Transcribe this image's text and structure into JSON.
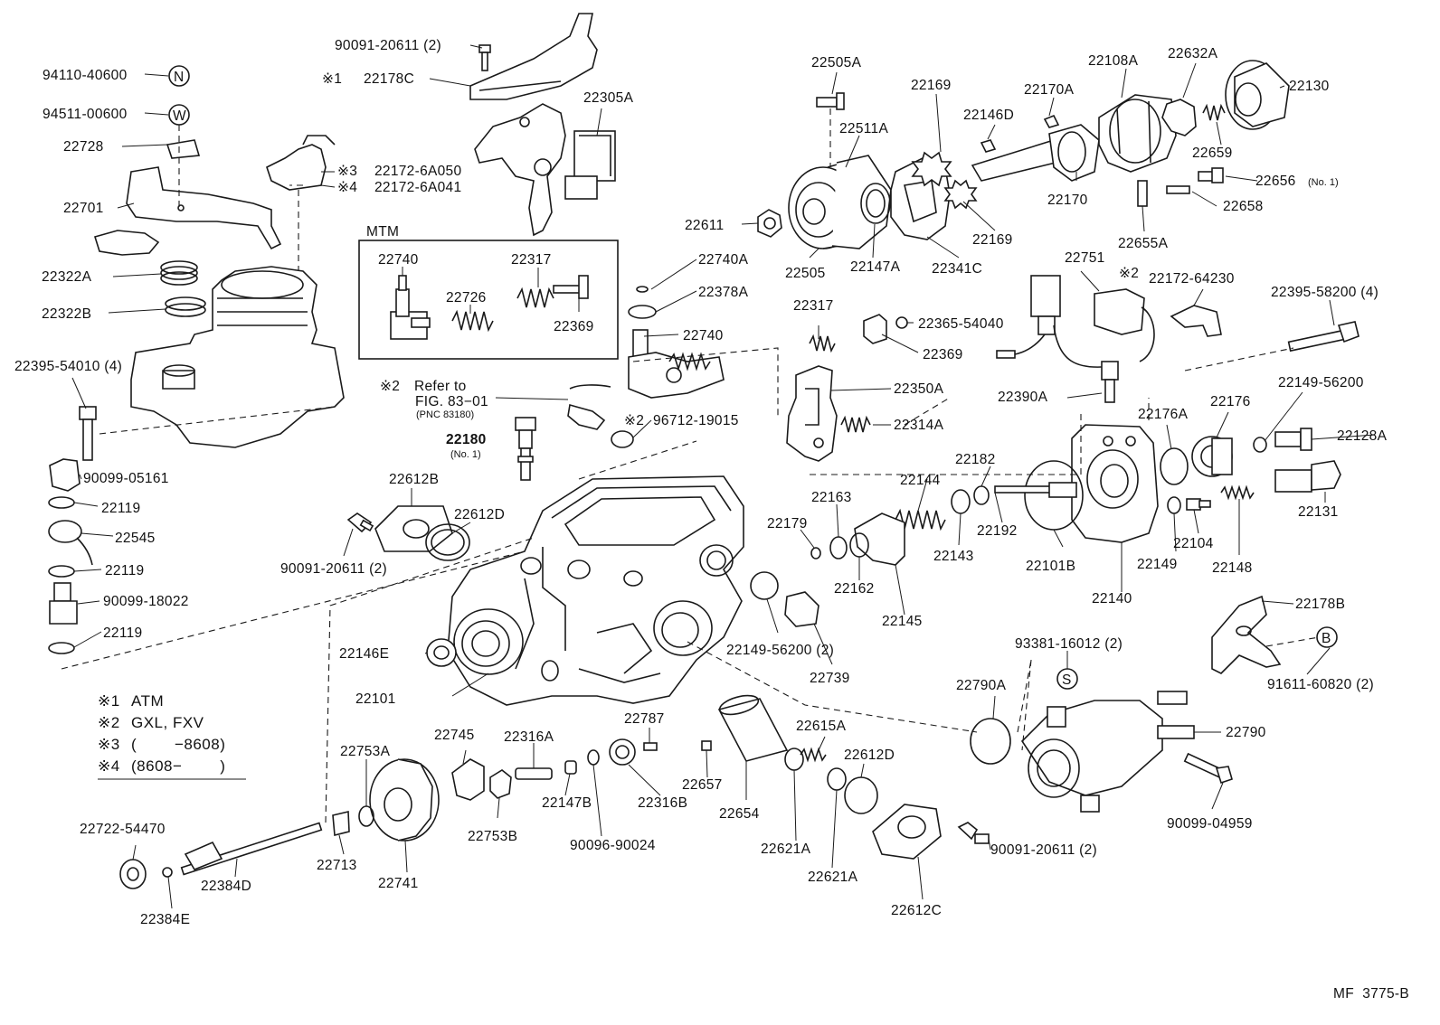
{
  "diagram": {
    "figure_code": "MF  3775-B",
    "mtm_box_title": "MTM",
    "reference_note": {
      "mark": "※2",
      "line1": "Refer to",
      "line2": "FIG. 83−01",
      "line3": "(PNC 83180)"
    },
    "legend": [
      {
        "mark": "※1",
        "text": "ATM"
      },
      {
        "mark": "※2",
        "text": "GXL, FXV"
      },
      {
        "mark": "※3",
        "text": "(        −8608)"
      },
      {
        "mark": "※4",
        "text": "(8608−        )"
      }
    ],
    "symbols": {
      "N": "N",
      "W": "W",
      "B": "B",
      "S": "S"
    },
    "labels": {
      "p94110": "94110-40600",
      "p94511": "94511-00600",
      "p22728": "22728",
      "p22701": "22701",
      "p22322A": "22322A",
      "p22322B": "22322B",
      "p22395_54010": "22395-54010 (4)",
      "p90099_05161": "90099-05161",
      "p22119a": "22119",
      "p22545": "22545",
      "p22119b": "22119",
      "p90099_18022": "90099-18022",
      "p22119c": "22119",
      "p90091_top": "90091-20611 (2)",
      "p22178C_mark": "※1",
      "p22178C": "22178C",
      "p22305A": "22305A",
      "p22172_6A050_mark": "※3",
      "p22172_6A050": "22172-6A050",
      "p22172_6A041_mark": "※4",
      "p22172_6A041": "22172-6A041",
      "p22740_mtm": "22740",
      "p22317_mtm": "22317",
      "p22726": "22726",
      "p22369_mtm": "22369",
      "p22180": "22180",
      "p22180_no": "(No. 1)",
      "p96712_mark": "※2",
      "p96712": "96712-19015",
      "p22612B": "22612B",
      "p22612D_a": "22612D",
      "p90091_mid": "90091-20611 (2)",
      "p22740A": "22740A",
      "p22378A": "22378A",
      "p22740": "22740",
      "p22505A": "22505A",
      "p22511A": "22511A",
      "p22169a": "22169",
      "p22146D": "22146D",
      "p22170A": "22170A",
      "p22108A": "22108A",
      "p22632A": "22632A",
      "p22130": "22130",
      "p22659": "22659",
      "p22656": "22656",
      "p22656_no": "(No. 1)",
      "p22658": "22658",
      "p22655A": "22655A",
      "p22611": "22611",
      "p22505": "22505",
      "p22147A": "22147A",
      "p22341C": "22341C",
      "p22170": "22170",
      "p22169b": "22169",
      "p22751": "22751",
      "p22172_64230_mark": "※2",
      "p22172_64230": "22172-64230",
      "p22395_58200": "22395-58200 (4)",
      "p22317": "22317",
      "p22365": "22365-54040",
      "p22369": "22369",
      "p22350A": "22350A",
      "p22314A": "22314A",
      "p22390A": "22390A",
      "p22176A": "22176A",
      "p22176": "22176",
      "p22149_56200a": "22149-56200",
      "p22128A": "22128A",
      "p22131": "22131",
      "p22182": "22182",
      "p22144": "22144",
      "p22163": "22163",
      "p22179": "22179",
      "p22162": "22162",
      "p22143": "22143",
      "p22192": "22192",
      "p22145": "22145",
      "p22101B": "22101B",
      "p22149": "22149",
      "p22104": "22104",
      "p22148": "22148",
      "p22140": "22140",
      "p22178B": "22178B",
      "p91611": "91611-60820 (2)",
      "p22149_56200b": "22149-56200 (2)",
      "p22739": "22739",
      "p22146E": "22146E",
      "p22101": "22101",
      "p93381": "93381-16012 (2)",
      "p22790A": "22790A",
      "p22790": "22790",
      "p90099_04959": "90099-04959",
      "p22787": "22787",
      "p22745": "22745",
      "p22316A": "22316A",
      "p22753A": "22753A",
      "p22147B": "22147B",
      "p22316B": "22316B",
      "p22753B": "22753B",
      "p90096": "90096-90024",
      "p22657": "22657",
      "p22654": "22654",
      "p22615A": "22615A",
      "p22612D_b": "22612D",
      "p22621A_a": "22621A",
      "p22621A_b": "22621A",
      "p90091_bot": "90091-20611 (2)",
      "p22612C": "22612C",
      "p22722": "22722-54470",
      "p22384E": "22384E",
      "p22384D": "22384D",
      "p22713": "22713",
      "p22741": "22741"
    }
  }
}
